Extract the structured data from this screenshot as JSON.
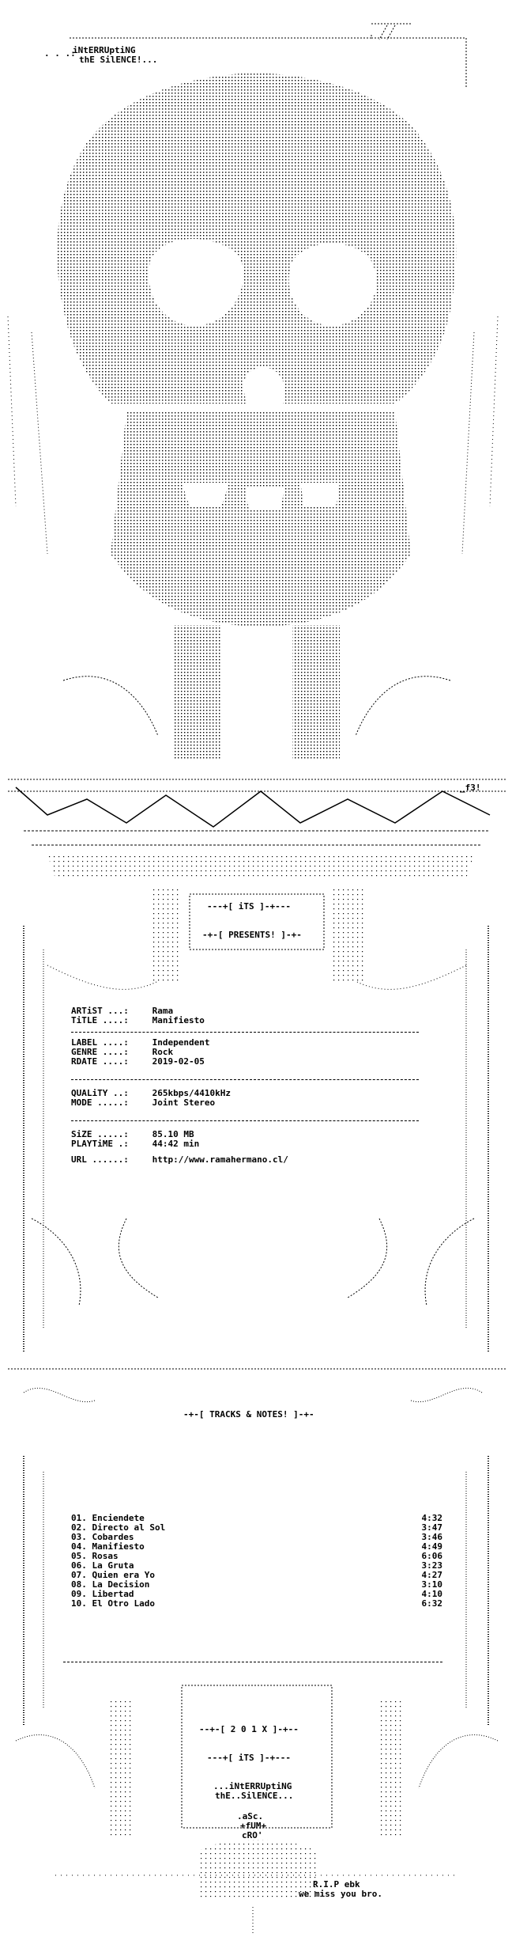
{
  "header": {
    "line1": "iNtERRUptiNG",
    "line2": "thE SilENCE!...",
    "leader": ". . .:"
  },
  "credit_tag": "_f3!",
  "presents": {
    "its": "---+[ iTS ]-+---",
    "presents": "-+-[ PRESENTS! ]-+-"
  },
  "info": {
    "artist": {
      "key": "ARTiST ...:",
      "value": "Rama"
    },
    "title": {
      "key": "TiTLE ....:",
      "value": "Manifiesto"
    },
    "label": {
      "key": "LABEL ....:",
      "value": "Independent"
    },
    "genre": {
      "key": "GENRE ....:",
      "value": "Rock"
    },
    "rdate": {
      "key": "RDATE ....:",
      "value": "2019-02-05"
    },
    "quality": {
      "key": "QUALiTY ..:",
      "value": "265kbps/4410kHz"
    },
    "mode": {
      "key": "MODE .....:",
      "value": "Joint Stereo"
    },
    "size": {
      "key": "SiZE .....:",
      "value": "85.10 MB"
    },
    "playtime": {
      "key": "PLAYTiME .:",
      "value": "44:42 min"
    },
    "url": {
      "key": "URL ......:",
      "value": "http://www.ramahermano.cl/"
    }
  },
  "tracks_header": "-+-[ TRACKS & NOTES! ]-+-",
  "tracks": [
    {
      "num": "01.",
      "title": "Enciendete",
      "time": "4:32"
    },
    {
      "num": "02.",
      "title": "Directo al Sol",
      "time": "3:47"
    },
    {
      "num": "03.",
      "title": "Cobardes",
      "time": "3:46"
    },
    {
      "num": "04.",
      "title": "Manifiesto",
      "time": "4:49"
    },
    {
      "num": "05.",
      "title": "Rosas",
      "time": "6:06"
    },
    {
      "num": "06.",
      "title": "La Gruta",
      "time": "3:23"
    },
    {
      "num": "07.",
      "title": "Quien era Yo",
      "time": "4:27"
    },
    {
      "num": "08.",
      "title": "La Decision",
      "time": "3:10"
    },
    {
      "num": "09.",
      "title": "Libertad",
      "time": "4:10"
    },
    {
      "num": "10.",
      "title": "El Otro Lado",
      "time": "6:32"
    }
  ],
  "footer": {
    "year": "--+-[ 2 0 1 X ]-+--",
    "its": "---+[ iTS ]-+---",
    "brand1": "...iNtERRUptiNG",
    "brand2": "thE..SilENCE...",
    "asc": ".aSc.",
    "fum": "+fUM+",
    "cro": "cRO'",
    "rip": "R.I.P ebk",
    "miss": "we miss you bro."
  }
}
